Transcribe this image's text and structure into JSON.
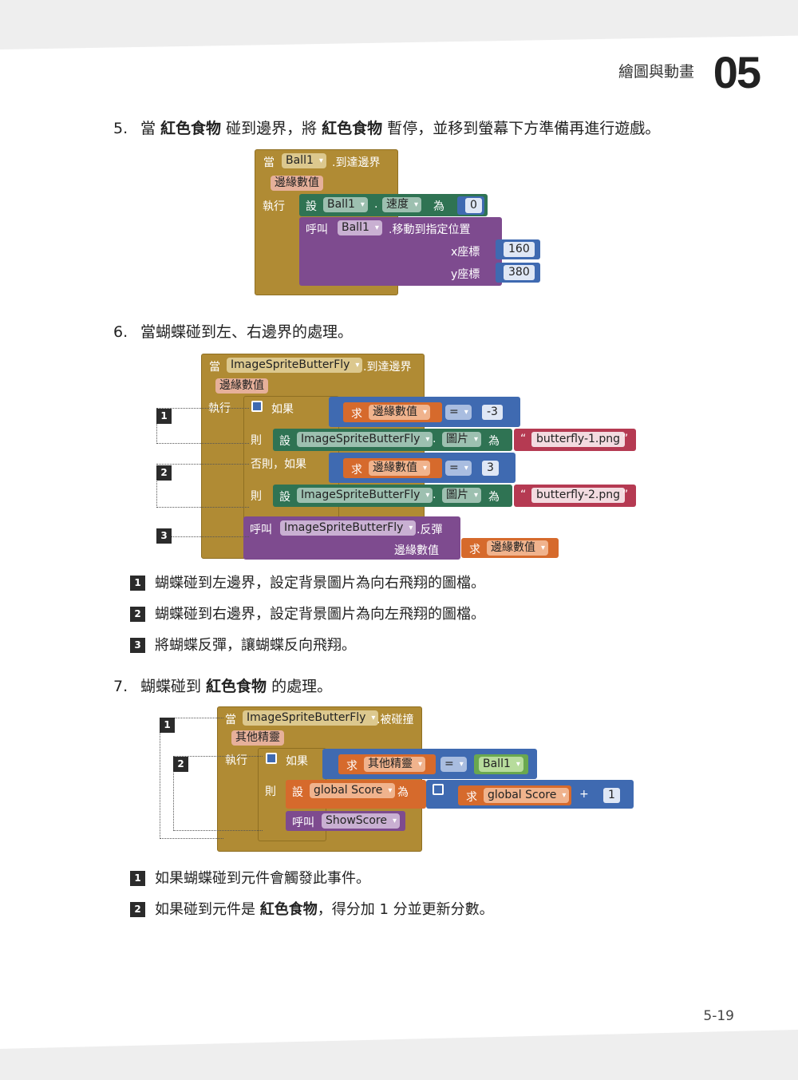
{
  "header": {
    "chapter_title": "繪圖與動畫",
    "chapter_num": "05"
  },
  "page_number": "5-19",
  "step5": {
    "num": "5.",
    "p1": "當 ",
    "b1": "紅色食物",
    "p2": " 碰到邊界，將 ",
    "b2": "紅色食物",
    "p3": " 暫停，並移到螢幕下方準備再進行遊戲。"
  },
  "step6": {
    "num": "6.",
    "text": "當蝴蝶碰到左、右邊界的處理。"
  },
  "step7": {
    "num": "7.",
    "p1": "蝴蝶碰到 ",
    "b1": "紅色食物",
    "p2": " 的處理。"
  },
  "notes6": [
    {
      "mark": "1",
      "text": "蝴蝶碰到左邊界，設定背景圖片為向右飛翔的圖檔。"
    },
    {
      "mark": "2",
      "text": "蝴蝶碰到右邊界，設定背景圖片為向左飛翔的圖檔。"
    },
    {
      "mark": "3",
      "text": "將蝴蝶反彈，讓蝴蝶反向飛翔。"
    }
  ],
  "notes7": [
    {
      "mark": "1",
      "text": "如果蝴蝶碰到元件會觸發此事件。"
    },
    {
      "mark": "2",
      "p1": "如果碰到元件是 ",
      "b1": "紅色食物",
      "p2": "，得分加 1 分並更新分數。"
    }
  ],
  "block1": {
    "when": "當",
    "comp": "Ball1",
    "event": ".到達邊界",
    "param": "邊緣數值",
    "do": "執行",
    "set": "設",
    "set_comp": "Ball1",
    "dot": ".",
    "prop": "速度",
    "to": "為",
    "val": "0",
    "call": "呼叫",
    "call_comp": "Ball1",
    "method": ".移動到指定位置",
    "x_lbl": "x座標",
    "x_val": "160",
    "y_lbl": "y座標",
    "y_val": "380"
  },
  "block2": {
    "when": "當",
    "comp": "ImageSpriteButterFly",
    "event": ".到達邊界",
    "param": "邊緣數值",
    "do": "執行",
    "if": "如果",
    "get": "求",
    "var": "邊緣數值",
    "eq": "=",
    "v1": "-3",
    "then": "則",
    "set": "設",
    "prop": "圖片",
    "to": "為",
    "img1": "butterfly-1.png",
    "q": "“",
    "q2": "”",
    "elseif": "否則，如果",
    "v2": "3",
    "img2": "butterfly-2.png",
    "call": "呼叫",
    "method": ".反彈",
    "arg_lbl": "邊緣數值",
    "marks": [
      "1",
      "2",
      "3"
    ]
  },
  "block3": {
    "when": "當",
    "comp": "ImageSpriteButterFly",
    "event": ".被碰撞",
    "param": "其他精靈",
    "do": "執行",
    "if": "如果",
    "get": "求",
    "var": "其他精靈",
    "eq": "=",
    "cmp": "Ball1",
    "then": "則",
    "set": "設",
    "gvar": "global Score",
    "to": "為",
    "plus": "+",
    "one": "1",
    "call": "呼叫",
    "proc": "ShowScore",
    "marks": [
      "1",
      "2"
    ]
  }
}
